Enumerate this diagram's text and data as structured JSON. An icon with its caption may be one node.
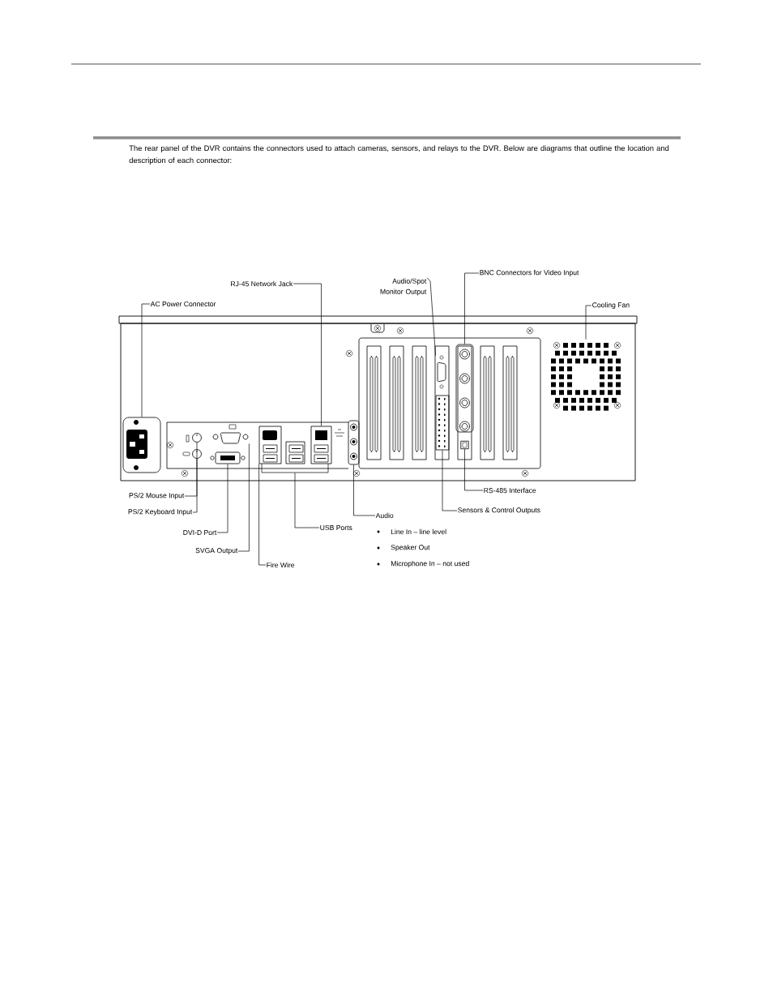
{
  "diagram": {
    "nodes": [
      {
        "text": [
          "AC Power Connector"
        ]
      },
      {
        "text": [
          "RJ-45 Network Jack"
        ]
      },
      {
        "text": [
          "Audio/Spot Monitor Output"
        ]
      },
      {
        "text": [
          "BNC Connectors for Video Input"
        ]
      },
      {
        "text": [
          "Cooling Fan"
        ]
      },
      {
        "text": [
          "PS/2 Mouse Input"
        ]
      },
      {
        "text": [
          "PS/2 Keyboard Input"
        ]
      },
      {
        "text": [
          "DVI-D Port"
        ]
      },
      {
        "text": [
          "SVGA Output"
        ]
      },
      {
        "text": [
          "Fire Wire"
        ]
      },
      {
        "text": [
          "USB Ports"
        ]
      },
      {
        "text": [
          "Audio"
        ]
      },
      {
        "text": [
          "Sensors & Control Outputs"
        ]
      },
      {
        "text": [
          "RS-485 Interface"
        ]
      },
      {
        "text": [],
        "shape": "box"
      },
      {
        "text": [],
        "shape": "circle"
      },
      {
        "text": [],
        "shape": "circle"
      },
      {
        "text": [],
        "shape": "box"
      },
      {
        "text": [],
        "shape": "box"
      },
      {
        "text": [],
        "shape": "box"
      },
      {
        "text": [],
        "shape": "box"
      },
      {
        "text": [],
        "shape": "box"
      },
      {
        "text": [],
        "shape": "box"
      },
      {
        "text": [],
        "shape": "box"
      },
      {
        "text": [],
        "shape": "box"
      },
      {
        "text": [],
        "shape": "box"
      },
      {
        "text": [],
        "shape": "box"
      },
      {
        "text": [],
        "shape": "box"
      }
    ],
    "edges": [
      {
        "from": 0,
        "to": 14,
        "arrow": "none"
      },
      {
        "from": 1,
        "to": 21,
        "arrow": "none"
      },
      {
        "from": 2,
        "to": 23,
        "arrow": "none"
      },
      {
        "from": 3,
        "to": 25,
        "arrow": "none"
      },
      {
        "from": 4,
        "to": 27,
        "arrow": "none"
      },
      {
        "from": 5,
        "to": 15,
        "arrow": "none"
      },
      {
        "from": 6,
        "to": 16,
        "arrow": "none"
      },
      {
        "from": 7,
        "to": 18,
        "arrow": "none"
      },
      {
        "from": 8,
        "to": 17,
        "arrow": "none"
      },
      {
        "from": 9,
        "to": 19,
        "arrow": "none"
      },
      {
        "from": 10,
        "to": 20,
        "arrow": "none"
      },
      {
        "from": 11,
        "to": 22,
        "arrow": "none"
      },
      {
        "from": 12,
        "to": 24,
        "arrow": "none"
      },
      {
        "from": 13,
        "to": 26,
        "arrow": "none"
      }
    ],
    "labels": [
      "The rear panel of the DVR contains the connectors used to attach cameras, sensors, and relays to the DVR. Below are diagrams that outline the location and description of each connector:",
      "Line In – line level",
      "Speaker Out",
      "Microphone In – not used"
    ]
  }
}
